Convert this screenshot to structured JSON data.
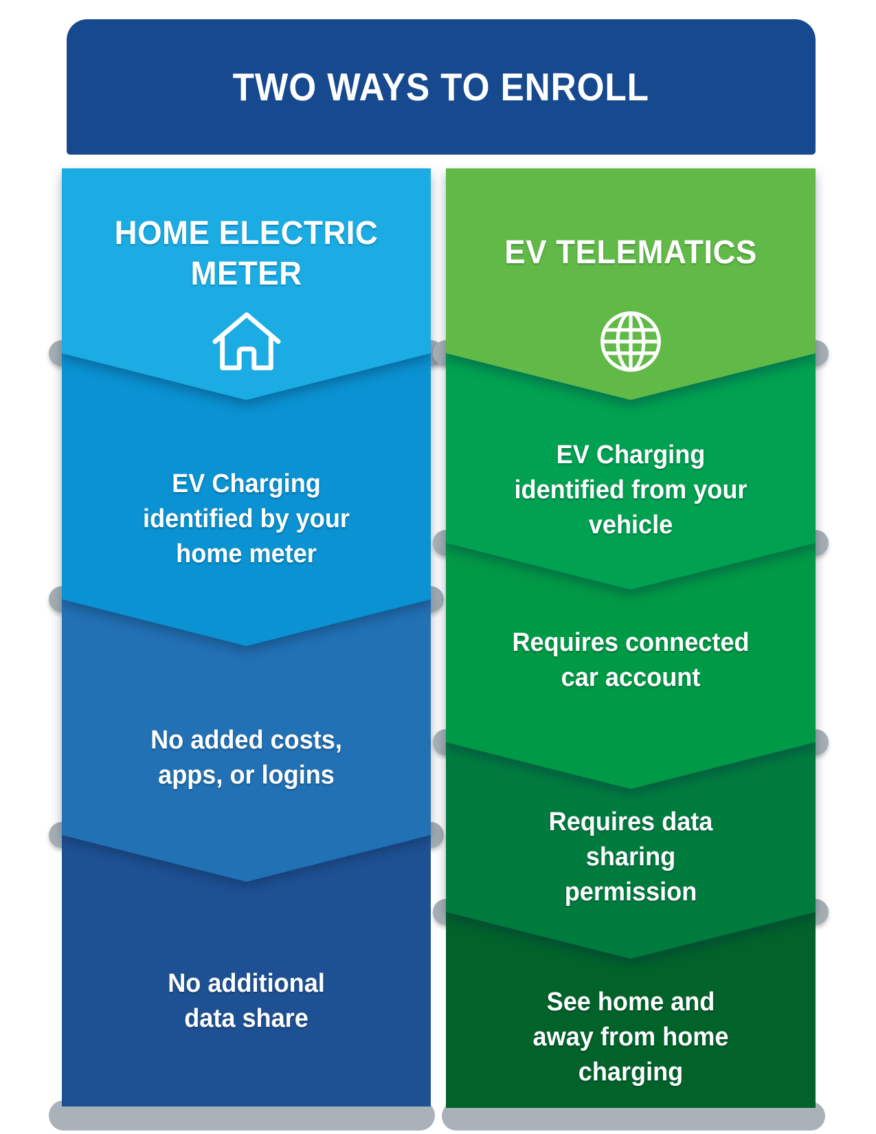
{
  "title": "TWO WAYS TO ENROLL",
  "columns": [
    {
      "header": {
        "text": "HOME ELECTRIC METER",
        "lines": [
          "HOME ELECTRIC",
          "METER"
        ]
      },
      "icon": "house-icon",
      "items": [
        {
          "text": "EV Charging identified by your home meter",
          "lines": [
            "EV Charging",
            "identified by your",
            "home meter"
          ]
        },
        {
          "text": "No added costs, apps, or logins",
          "lines": [
            "No added costs,",
            "apps, or logins"
          ]
        },
        {
          "text": "No additional data share",
          "lines": [
            "No additional",
            "data share"
          ]
        }
      ]
    },
    {
      "header": {
        "text": "EV TELEMATICS",
        "lines": [
          "EV TELEMATICS"
        ]
      },
      "icon": "globe-icon",
      "items": [
        {
          "text": "EV Charging identified from your vehicle",
          "lines": [
            "EV Charging",
            "identified from your",
            "vehicle"
          ]
        },
        {
          "text": "Requires connected car account",
          "lines": [
            "Requires connected",
            "car account"
          ]
        },
        {
          "text": "Requires data sharing permission",
          "lines": [
            "Requires data",
            "sharing",
            "permission"
          ]
        },
        {
          "text": "See home and away from home charging",
          "lines": [
            "See home and",
            "away from home",
            "charging"
          ]
        }
      ]
    }
  ],
  "colors": {
    "navy": "#17498E",
    "lightBlue": "#1BACE4",
    "blue": "#0A92D2",
    "steelBlue": "#2271B4",
    "darkNavy": "#1E5193",
    "lightGreen": "#61BA47",
    "green2": "#00A150",
    "green3": "#009945",
    "green4": "#007B3E",
    "green5": "#016329",
    "dotGray": "#A6AFB4",
    "barGray": "#A9B2B8",
    "textWhite": "#FFFFFF"
  }
}
